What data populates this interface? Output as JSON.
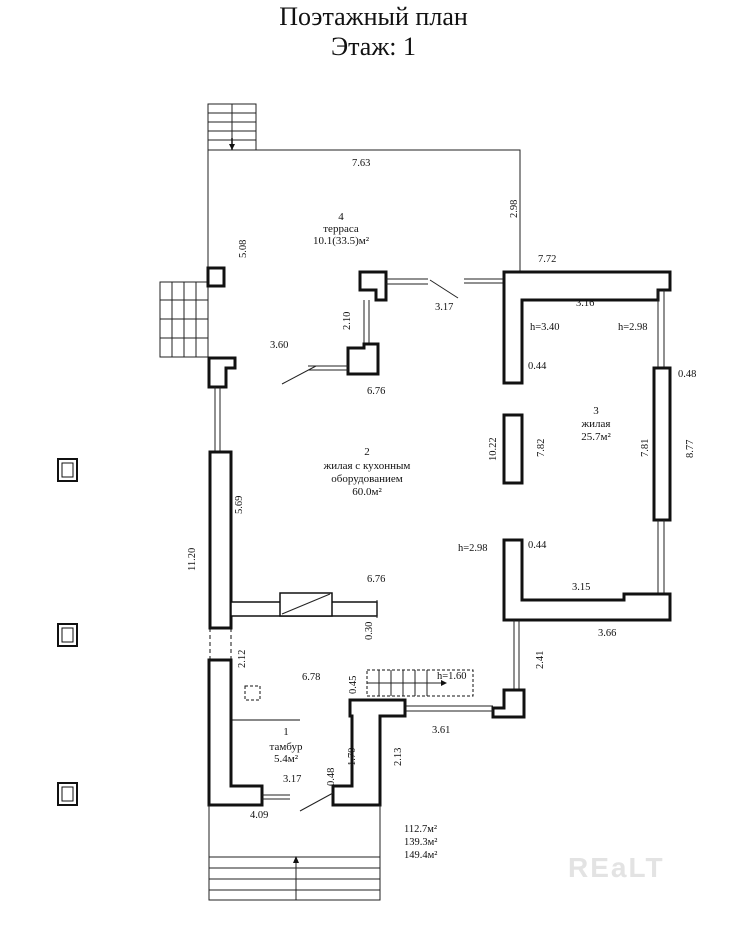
{
  "header": {
    "title": "Поэтажный план",
    "floor": "Этаж: 1"
  },
  "dims": {
    "d763": "7.63",
    "d298a": "2.98",
    "d508": "5.08",
    "d772": "7.72",
    "d210": "2.10",
    "d317a": "3.17",
    "d316": "3.16",
    "h340": "h=3.40",
    "h298a": "h=2.98",
    "d360": "3.60",
    "d676a": "6.76",
    "d044a": "0.44",
    "d048a": "0.48",
    "d1022": "10.22",
    "d782": "7.82",
    "d781": "7.81",
    "d877": "8.77",
    "d569": "5.69",
    "d1120": "11.20",
    "h298b": "h=2.98",
    "d044b": "0.44",
    "d676b": "6.76",
    "d315": "3.15",
    "d366": "3.66",
    "d030": "0.30",
    "d212": "2.12",
    "d678": "6.78",
    "d045": "0.45",
    "h160": "h=1.60",
    "d241": "2.41",
    "d361": "3.61",
    "d170": "1.70",
    "d213": "2.13",
    "d048b": "0.48",
    "d317b": "3.17",
    "d409": "4.09"
  },
  "rooms": [
    {
      "num": "4",
      "name": "терраса",
      "area": "10.1(33.5)м²"
    },
    {
      "num": "3",
      "name": "жилая",
      "area": "25.7м²"
    },
    {
      "num": "2",
      "name": "жилая с кухонным",
      "name2": "оборудованием",
      "area": "60.0м²"
    },
    {
      "num": "1",
      "name": "тамбур",
      "area": "5.4м²"
    }
  ],
  "totals": [
    "112.7м²",
    "139.3м²",
    "149.4м²"
  ],
  "watermark": "REaLT"
}
